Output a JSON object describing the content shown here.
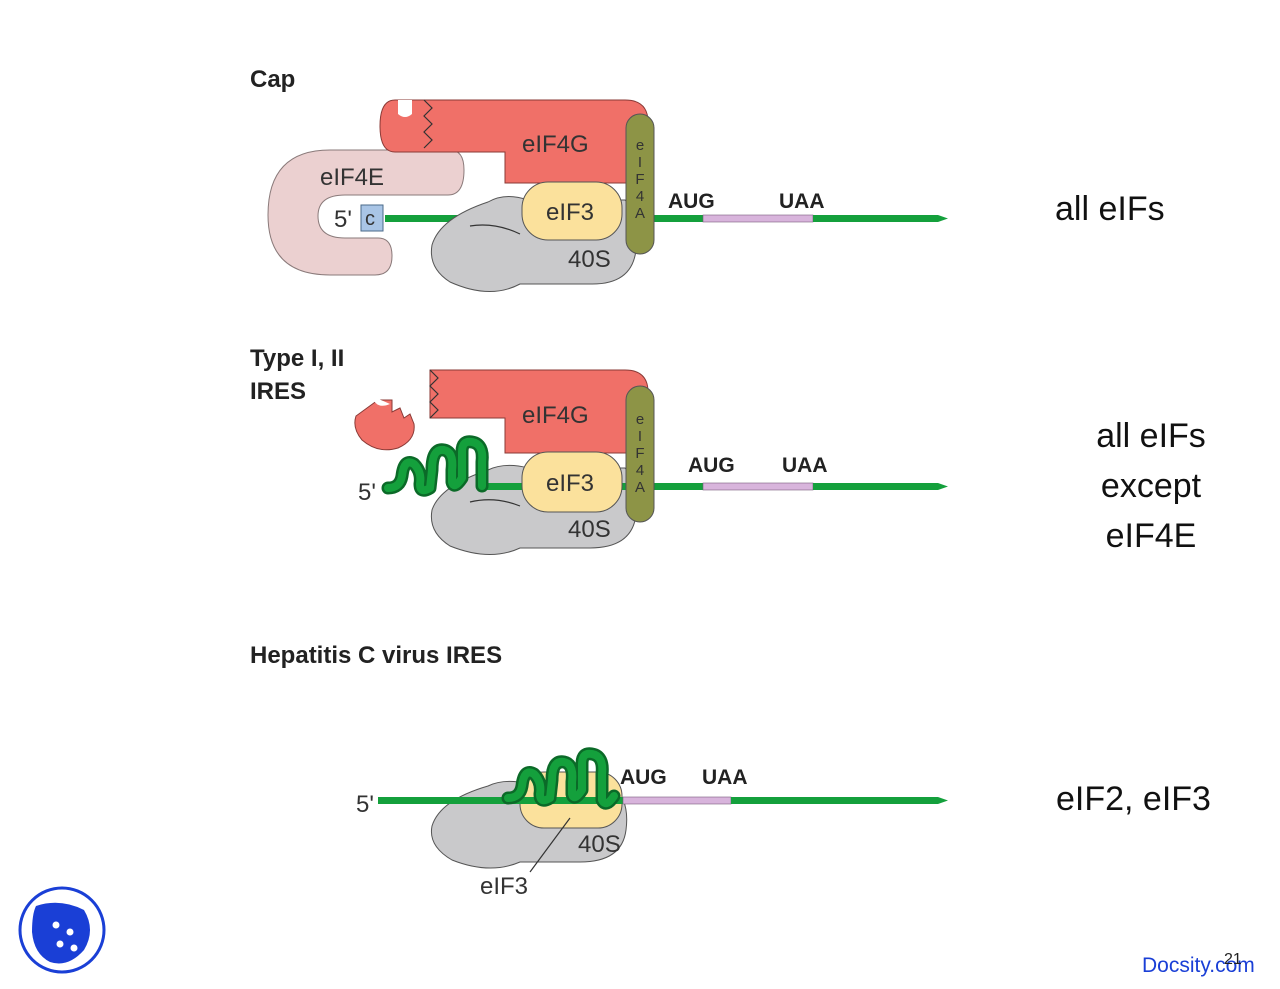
{
  "panels": [
    {
      "heading": [
        "Cap"
      ],
      "five_prime": "5'",
      "cap_label": "c",
      "labels": {
        "eIF4E": "eIF4E",
        "eIF4G": "eIF4G",
        "eIF3": "eIF3",
        "ribosome": "40S",
        "eIF4A": [
          "e",
          "I",
          "F",
          "4",
          "A"
        ]
      },
      "start_codon": "AUG",
      "stop_codon": "UAA",
      "note": [
        "all eIFs"
      ]
    },
    {
      "heading": [
        "Type I, II",
        "IRES"
      ],
      "five_prime": "5'",
      "labels": {
        "eIF4G": "eIF4G",
        "eIF3": "eIF3",
        "ribosome": "40S",
        "eIF4A": [
          "e",
          "I",
          "F",
          "4",
          "A"
        ]
      },
      "start_codon": "AUG",
      "stop_codon": "UAA",
      "note": [
        "all eIFs",
        "except",
        "eIF4E"
      ]
    },
    {
      "heading": [
        "Hepatitis C virus IRES"
      ],
      "five_prime": "5'",
      "labels": {
        "eIF3": "eIF3",
        "ribosome": "40S"
      },
      "start_codon": "AUG",
      "stop_codon": "UAA",
      "note": [
        "eIF2, eIF3"
      ]
    }
  ],
  "colors": {
    "mrna": "#14a03c",
    "orf": "#d8b4dc",
    "eIF4G": "#f07068",
    "eIF4E": "#ebd0d0",
    "eIF3": "#fbe19c",
    "ribosome": "#c9c9cb",
    "eIF4A": "#8d9446",
    "cap": "#a9c5e6",
    "brand": "#1a3fd6"
  },
  "footer": {
    "brand": "Docsity.com",
    "page_number": "21"
  },
  "logo": {
    "icon": "docsity-logo-icon"
  }
}
